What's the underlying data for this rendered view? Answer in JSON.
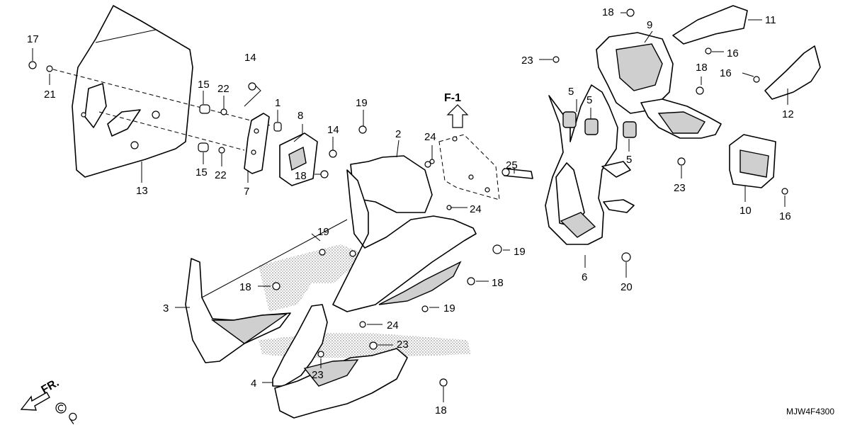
{
  "callouts": {
    "n1": "1",
    "n2": "2",
    "n3": "3",
    "n4": "4",
    "n5a": "5",
    "n5b": "5",
    "n5c": "5",
    "n6": "6",
    "n7": "7",
    "n8": "8",
    "n9": "9",
    "n10": "10",
    "n11": "11",
    "n12": "12",
    "n13": "13",
    "n14a": "14",
    "n14b": "14",
    "n15a": "15",
    "n15b": "15",
    "n16a": "16",
    "n16b": "16",
    "n16c": "16",
    "n17": "17",
    "n18a": "18",
    "n18b": "18",
    "n18c": "18",
    "n18d": "18",
    "n18e": "18",
    "n18f": "18",
    "n19a": "19",
    "n19b": "19",
    "n19c": "19",
    "n19d": "19",
    "n20": "20",
    "n21": "21",
    "n22a": "22",
    "n22b": "22",
    "n23a": "23",
    "n23b": "23",
    "n23c": "23",
    "n23d": "23",
    "n24a": "24",
    "n24b": "24",
    "n24c": "24",
    "n25": "25"
  },
  "section_ref": "F-1",
  "front_indicator": "FR.",
  "diagram_code": "MJW4F4300",
  "icons": [
    "front-arrow-icon",
    "up-arrow-icon",
    "copyright-icon"
  ]
}
